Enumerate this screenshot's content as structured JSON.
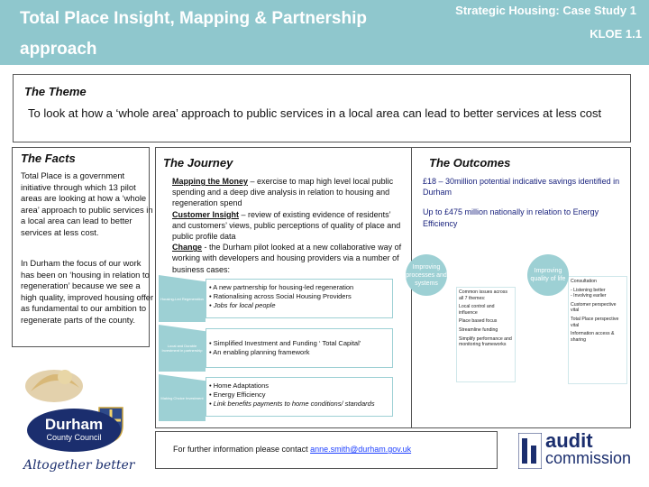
{
  "header": {
    "title": "Total Place Insight, Mapping & Partnership approach",
    "subtitle": "Strategic Housing: Case Study 1",
    "kloe": "KLOE  1.1"
  },
  "theme": {
    "heading": "The Theme",
    "body": "To look at how a ‘whole area’ approach to public services in a local area can lead to better services at less cost"
  },
  "facts": {
    "heading": "The Facts",
    "para1": "Total Place is a government initiative through which 13 pilot areas are looking at how a ‘whole area’ approach to public services in a local area can lead to better services at less cost.",
    "para2": "In Durham the focus of our work has been on ‘housing in relation to regeneration’ because we see a high quality, improved housing offer as fundamental to our ambition to regenerate parts of the county."
  },
  "journey": {
    "heading": "The Journey",
    "mapping_label": "Mapping the Money",
    "mapping_text": " – exercise to map high level local public spending and a deep dive analysis in relation to housing and regeneration spend",
    "insight_label": "Customer Insight",
    "insight_text": " – review of existing evidence of residents’ and customers’ views, public perceptions of quality of place and public profile data",
    "change_label": "Change",
    "change_text": " - the Durham pilot looked at a new collaborative way of working with developers and housing providers via a number of business cases:",
    "steps": [
      {
        "chevron": "Housing-Led Regeneration",
        "bullets": [
          "• A new partnership for housing-led regeneration",
          "• Rationalising across Social Housing Providers",
          "• Jobs for local people"
        ]
      },
      {
        "chevron": "Local and Durable Investment in partnership",
        "bullets": [
          "• Simplified Investment and Funding ‘ Total Capital’",
          "• An enabling planning framework"
        ]
      },
      {
        "chevron": "Making Choice Investment",
        "bullets": [
          "• Home Adaptations",
          "• Energy Efficiency",
          "• Link benefits payments to home conditions/ standards"
        ]
      }
    ]
  },
  "outcomes": {
    "heading": "The Outcomes",
    "line1": "£18 – 30million potential indicative savings identified in Durham",
    "line2": "Up to £475 million nationally in relation to Energy Efficiency",
    "circle1": "Improving processes and systems",
    "circle2": "Improving quality of life",
    "panel1": [
      "Common issues across all 7 themes:",
      "Local  control and influence",
      "Place based focus",
      "Streamline funding",
      "Simplify performance and monitoring frameworks"
    ],
    "panel2": [
      "Consultation",
      "- Listening better",
      "- Involving earlier",
      "Customer perspective vital",
      "Total Place perspective vital",
      "Information access & sharing"
    ]
  },
  "contact": {
    "text": "For further information please contact ",
    "email": "anne.smith@durham.gov.uk"
  },
  "logos": {
    "durham_name": "Durham",
    "durham_sub": "County Council",
    "tagline": "Altogether better",
    "audit_top": "audit",
    "audit_bottom": "commission"
  },
  "colors": {
    "header_bg": "#8fc7cd",
    "accent": "#9dd0d4",
    "outcome_text": "#1a237e",
    "durham_blue": "#1b2e6e"
  }
}
